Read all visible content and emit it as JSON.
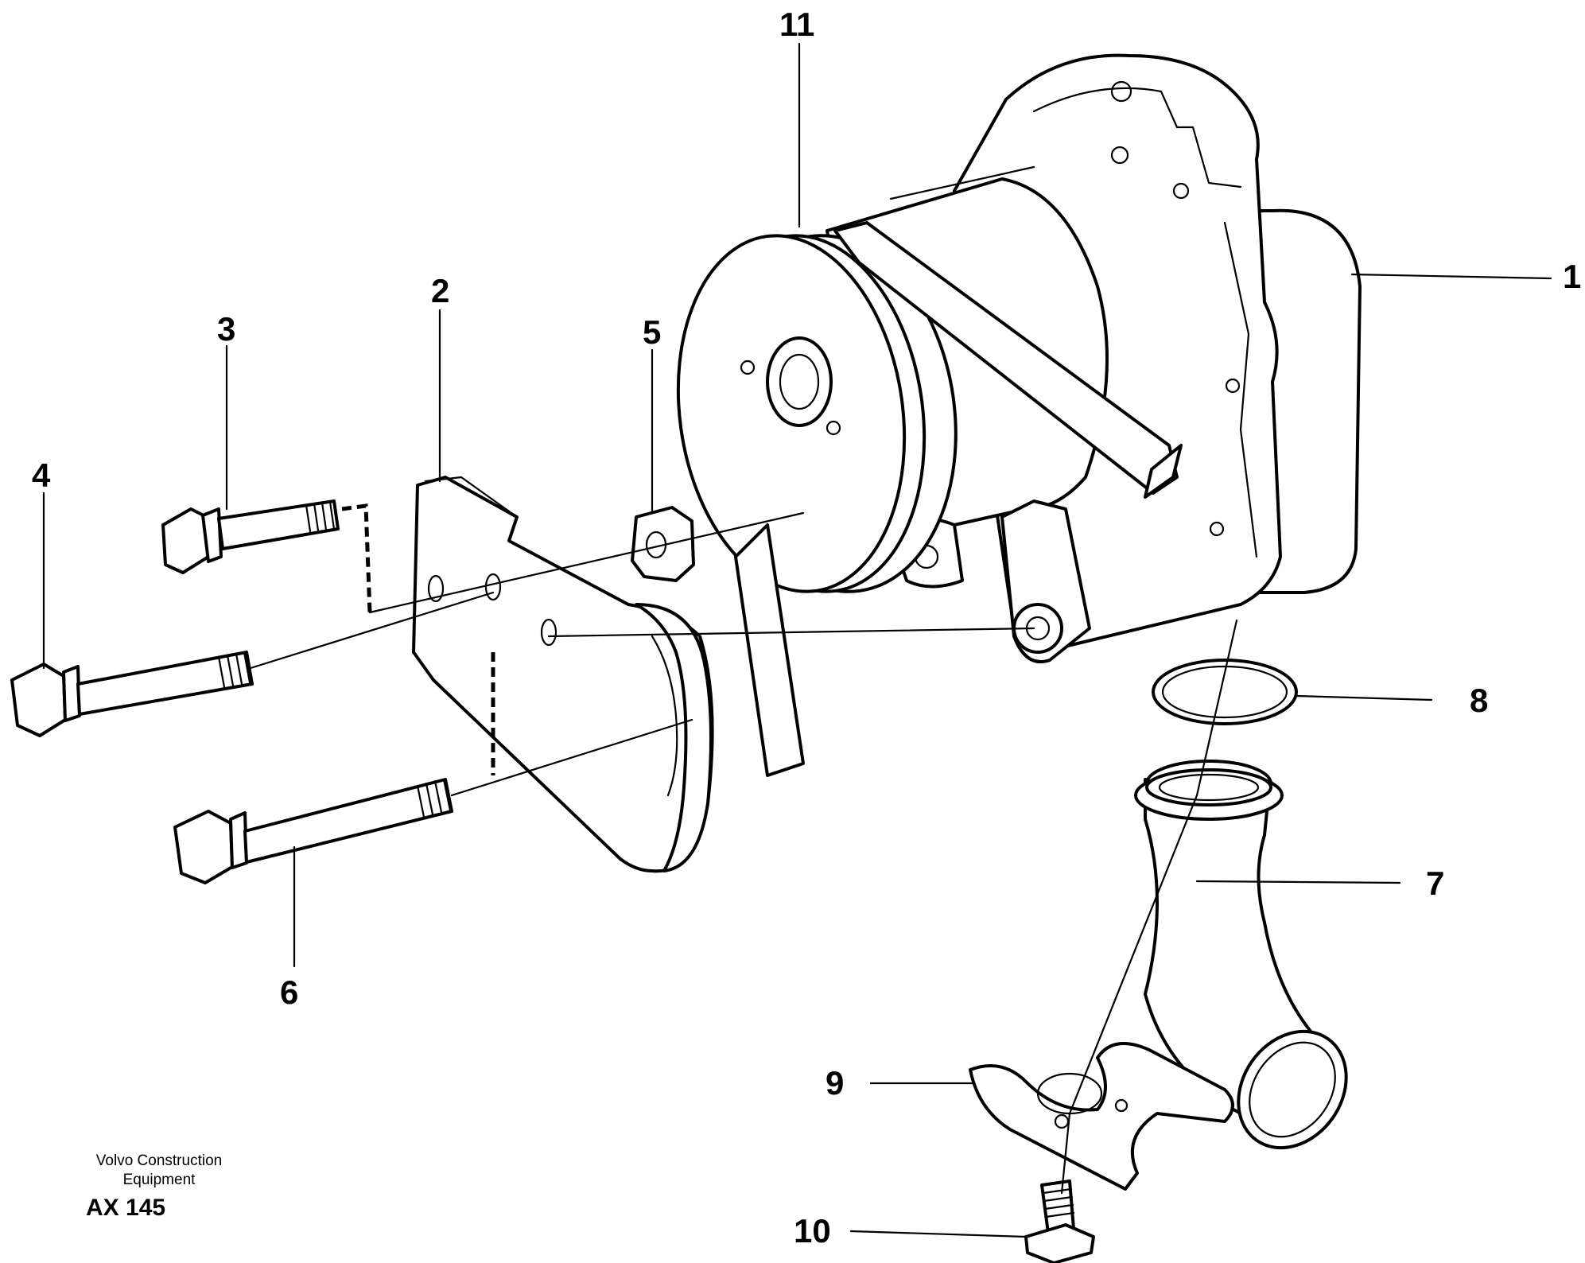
{
  "callouts": {
    "c1": "1",
    "c2": "2",
    "c3": "3",
    "c4": "4",
    "c5": "5",
    "c6": "6",
    "c7": "7",
    "c8": "8",
    "c9": "9",
    "c10": "10",
    "c11": "11"
  },
  "footer": {
    "company_line1": "Volvo Construction",
    "company_line2": "Equipment",
    "code": "AX 145"
  },
  "icons": {
    "pump": "water-pump-icon",
    "bracket": "bracket-icon",
    "bolt": "bolt-icon",
    "nut": "nut-icon",
    "ring": "o-ring-icon",
    "pipe": "pipe-bend-icon",
    "clamp": "clamp-icon",
    "pulley": "pulley-icon"
  }
}
